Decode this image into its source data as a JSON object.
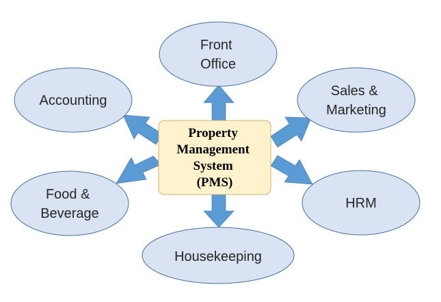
{
  "center": {
    "lines": [
      "Property",
      "Management",
      "System",
      "(PMS)"
    ]
  },
  "nodes": {
    "front_office": {
      "lines": [
        "Front",
        "Office"
      ]
    },
    "accounting": {
      "lines": [
        "Accounting"
      ]
    },
    "sales_marketing": {
      "lines": [
        "Sales &",
        "Marketing"
      ]
    },
    "food_beverage": {
      "lines": [
        "Food &",
        "Beverage"
      ]
    },
    "hrm": {
      "lines": [
        "HRM"
      ]
    },
    "housekeeping": {
      "lines": [
        "Housekeeping"
      ]
    }
  },
  "colors": {
    "node_fill": "#dae3f3",
    "node_stroke": "#41719c",
    "center_fill": "#fff2cc",
    "arrow_fill": "#5b9bd5"
  }
}
